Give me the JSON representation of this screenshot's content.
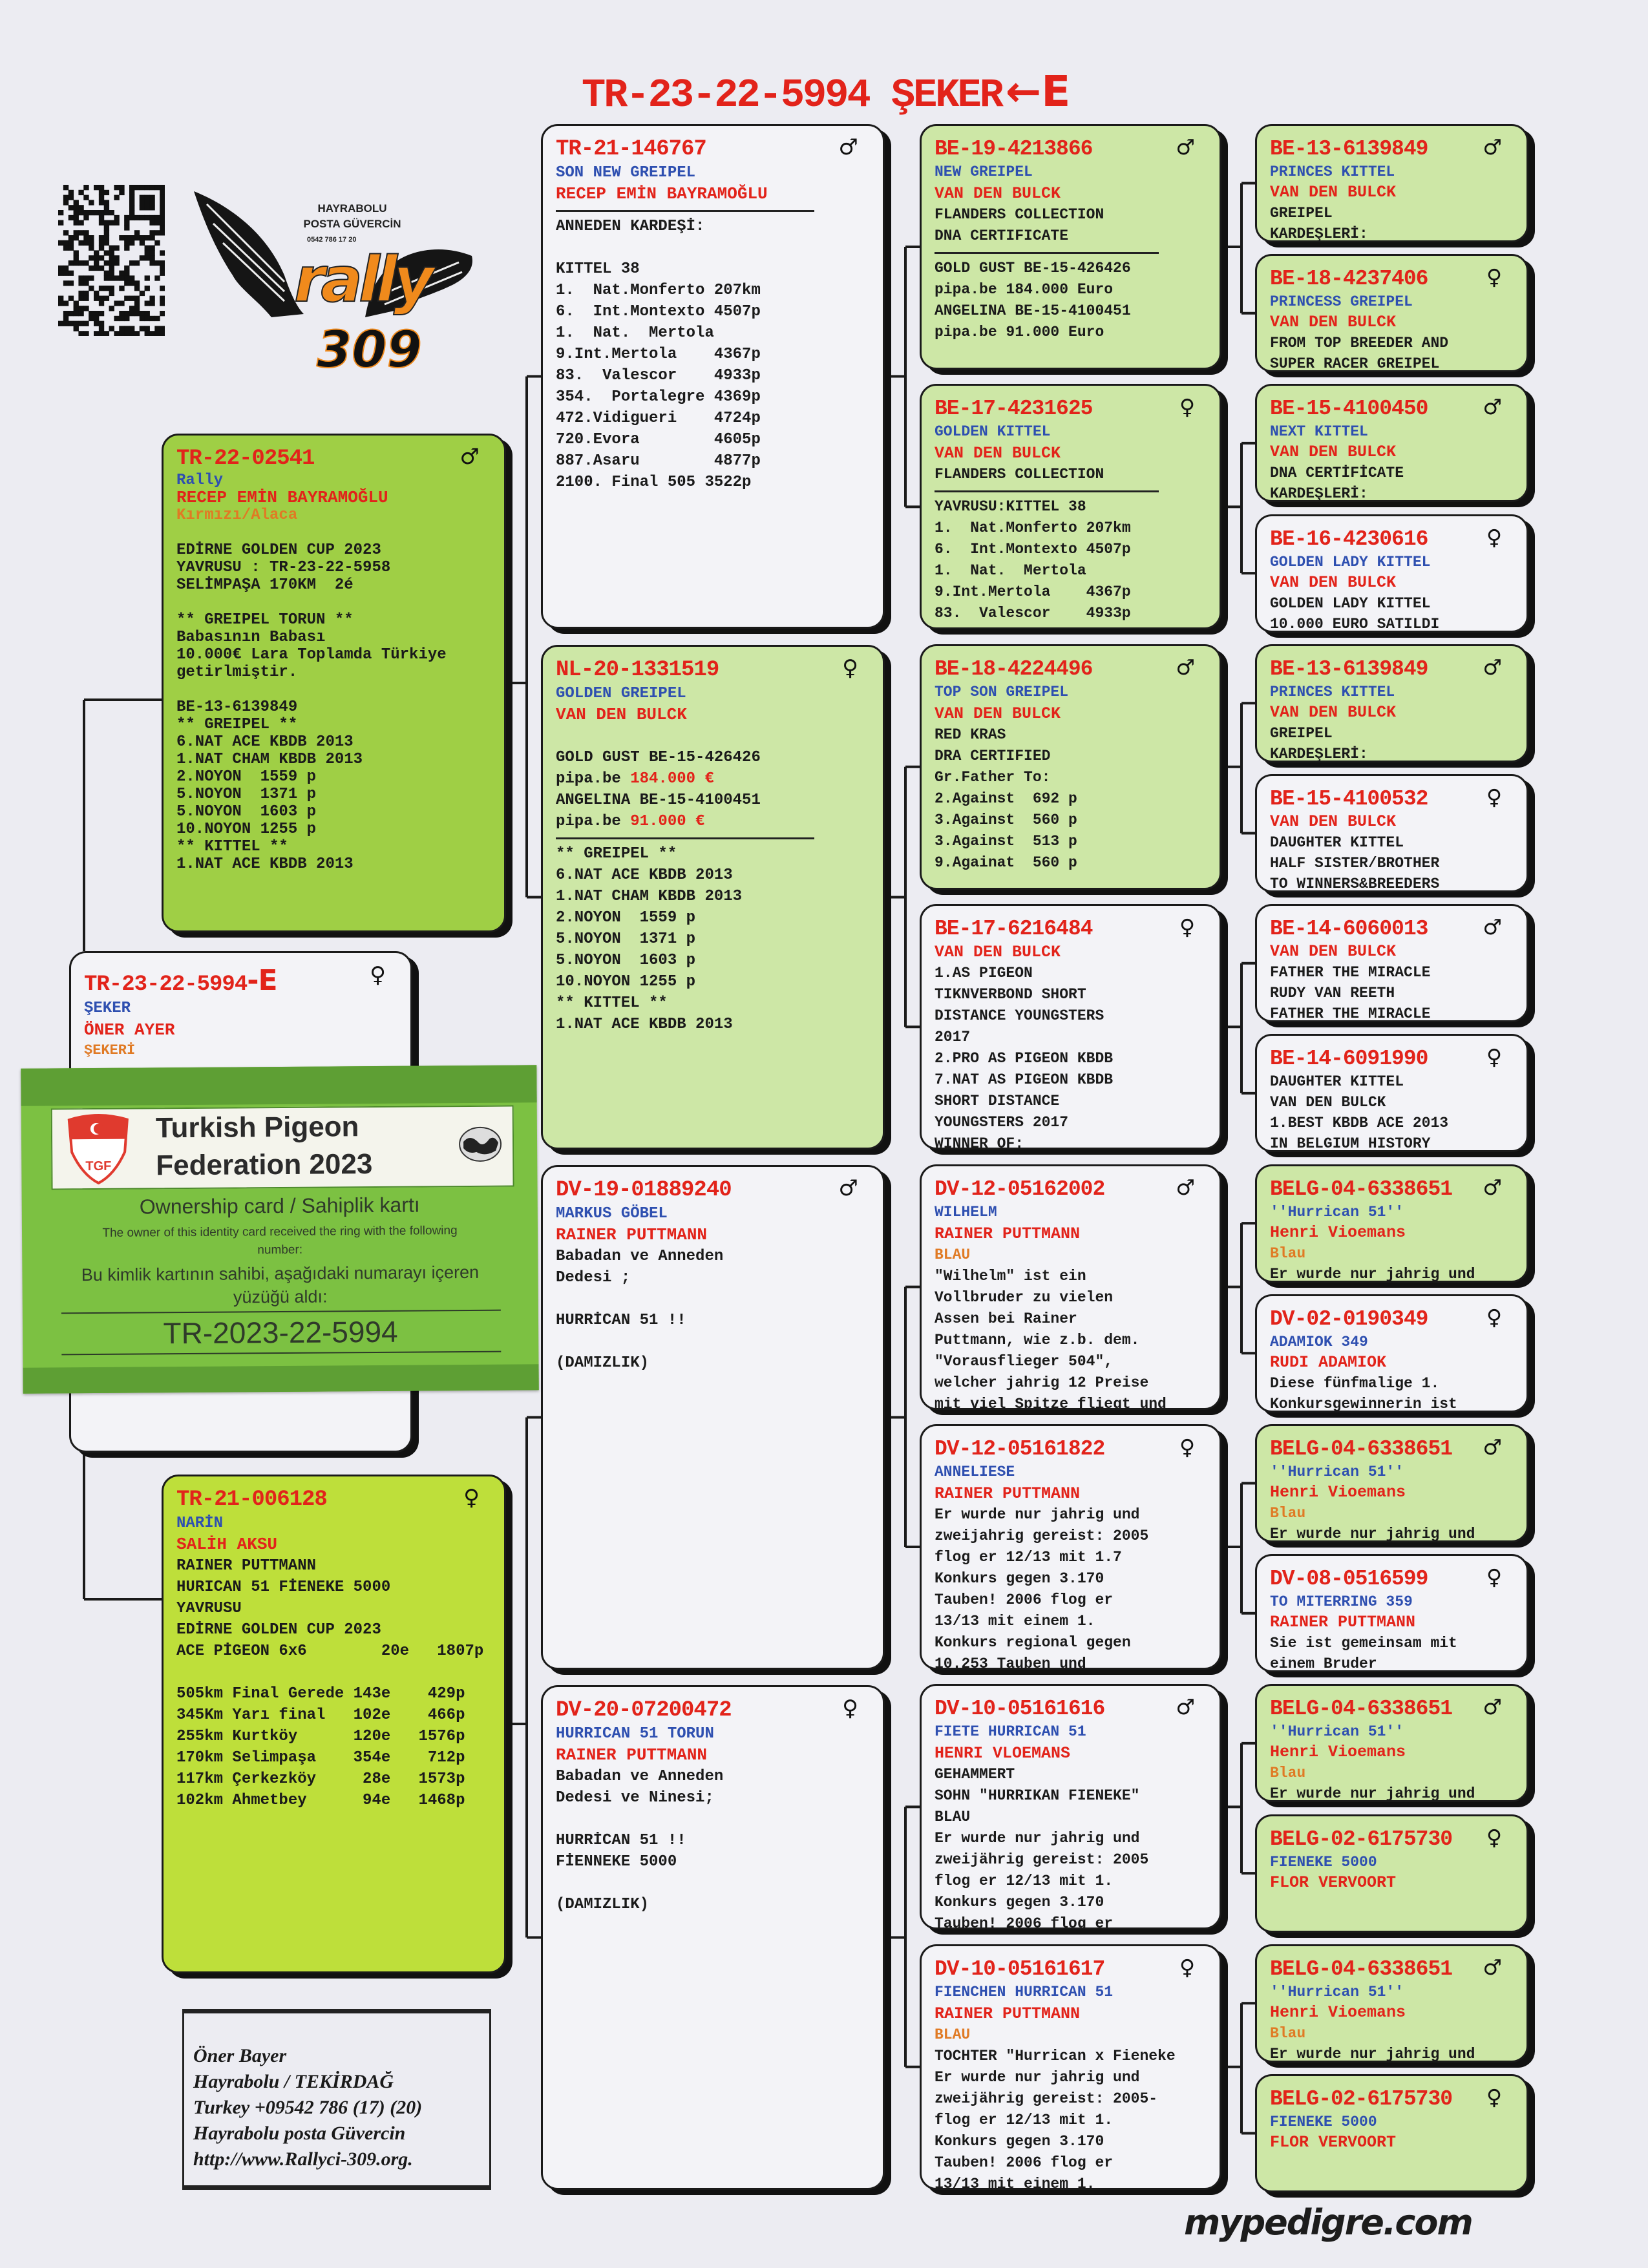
{
  "title": {
    "ring": "TR-23-22-5994 ŞEKER",
    "mark": "←E"
  },
  "logo": {
    "line1": "HAYRABOLU",
    "line2": "POSTA GÜVERCİN",
    "phone": "0542 786 17 20",
    "brand": "rally",
    "number": "309"
  },
  "subject": {
    "ring": "TR-23-22-5994",
    "mark": "-E",
    "sex": "♀",
    "name": "ŞEKER",
    "owner": "ÖNER AYER",
    "color": "ŞEKERİ"
  },
  "ownership_card": {
    "title_line1": "Turkish Pigeon",
    "title_line2": "Federation 2023",
    "emblem": "TGF",
    "heading": "Ownership card / Sahiplik kartı",
    "english_line1": "The owner of this identity card received the ring with the following",
    "english_line2": "number:",
    "turkish_line1": "Bu kimlik kartının sahibi, aşağıdaki numarayı içeren",
    "turkish_line2": "yüzüğü aldı:",
    "ring_number": "TR-2023-22-5994"
  },
  "pedigree": {
    "gen1": [
      {
        "ring": "TR-22-02541",
        "sex": "♂",
        "tint": "bright",
        "name": "Rally",
        "owner": "RECEP EMİN BAYRAMOĞLU",
        "color": "Kırmızı/Alaca",
        "lines": [
          "",
          "EDİRNE GOLDEN CUP 2023",
          "YAVRUSU : TR-23-22-5958",
          "SELİMPAŞA 170KM  2é",
          "",
          "** GREIPEL TORUN **",
          "Babasının Babası",
          "10.000€ Lara Toplamda Türkiye",
          "getirlmiştir.",
          "",
          "BE-13-6139849",
          "** GREIPEL **",
          "6.NAT ACE KBDB 2013",
          "1.NAT CHAM KBDB 2013",
          "2.NOYON  1559 p",
          "5.NOYON  1371 p",
          "5.NOYON  1603 p",
          "10.NOYON 1255 p",
          "** KITTEL **",
          "1.NAT ACE KBDB 2013"
        ]
      },
      {
        "ring": "TR-21-006128",
        "sex": "♀",
        "tint": "lime",
        "name": "NARİN",
        "owner": "SALİH AKSU",
        "lines": [
          "RAINER PUTTMANN",
          "HURICAN 51 FİENEKE 5000",
          "YAVRUSU",
          "EDİRNE GOLDEN CUP 2023",
          "ACE PİGEON 6x6        20e   1807p",
          "",
          "505km Final Gerede 143e    429p",
          "345Km Yarı final   102e    466p",
          "255km Kurtköy      120e   1576p",
          "170km Selimpaşa    354e    712p",
          "117km Çerkezköy     28e   1573p",
          "102km Ahmetbey      94e   1468p"
        ]
      }
    ],
    "gen2": [
      {
        "ring": "TR-21-146767",
        "sex": "♂",
        "tint": "white",
        "name": "SON NEW GREIPEL",
        "owner": "RECEP EMİN BAYRAMOĞLU",
        "lines": [
          {
            "rule": true
          },
          "ANNEDEN KARDEŞİ:",
          "",
          "KITTEL 38",
          "1.  Nat.Monferto 207km",
          "6.  Int.Montexto 4507p",
          "1.  Nat.  Mertola",
          "9.Int.Mertola    4367p",
          "83.  Valescor    4933p",
          "354.  Portalegre 4369p",
          "472.Vidigueri    4724p",
          "720.Evora        4605p",
          "887.Asaru        4877p",
          "2100. Final 505 3522p"
        ]
      },
      {
        "ring": "NL-20-1331519",
        "sex": "♀",
        "tint": "green",
        "name": "GOLDEN GREIPEL",
        "owner": "VAN DEN BULCK",
        "lines": [
          "",
          "GOLD GUST BE-15-426426",
          {
            "text": "pipa.be ",
            "accent": "184.000 €"
          },
          "ANGELINA BE-15-4100451",
          {
            "text": "pipa.be ",
            "accent": "91.000 €"
          },
          {
            "rule": true
          },
          "** GREIPEL **",
          "6.NAT ACE KBDB 2013",
          "1.NAT CHAM KBDB 2013",
          "2.NOYON  1559 p",
          "5.NOYON  1371 p",
          "5.NOYON  1603 p",
          "10.NOYON 1255 p",
          "** KITTEL **",
          "1.NAT ACE KBDB 2013"
        ]
      },
      {
        "ring": "DV-19-01889240",
        "sex": "♂",
        "tint": "white",
        "name": "MARKUS GÖBEL",
        "owner": "RAINER PUTTMANN",
        "lines": [
          "Babadan ve Anneden",
          "Dedesi ;",
          "",
          "HURRİCAN 51 !!",
          "",
          "(DAMIZLIK)"
        ]
      },
      {
        "ring": "DV-20-07200472",
        "sex": "♀",
        "tint": "white",
        "name": "HURRICAN 51 TORUN",
        "owner": "RAINER PUTTMANN",
        "lines": [
          "Babadan ve Anneden",
          "Dedesi ve Ninesi;",
          "",
          "HURRİCAN 51 !!",
          "FİENNEKE 5000",
          "",
          "(DAMIZLIK)"
        ]
      }
    ],
    "gen3": [
      {
        "ring": "BE-19-4213866",
        "sex": "♂",
        "tint": "green",
        "name": "NEW GREIPEL",
        "owner": "VAN DEN BULCK",
        "lines": [
          "FLANDERS COLLECTION",
          "DNA CERTIFICATE",
          {
            "rule": true
          },
          "GOLD GUST BE-15-426426",
          "pipa.be 184.000 Euro",
          "ANGELINA BE-15-4100451",
          "pipa.be 91.000 Euro"
        ]
      },
      {
        "ring": "BE-17-4231625",
        "sex": "♀",
        "tint": "green",
        "name": "GOLDEN KITTEL",
        "owner": "VAN DEN BULCK",
        "lines": [
          "FLANDERS COLLECTION",
          {
            "rule": true
          },
          "YAVRUSU:KITTEL 38",
          "1.  Nat.Monferto 207km",
          "6.  Int.Montexto 4507p",
          "1.  Nat.  Mertola",
          "9.Int.Mertola    4367p",
          "83.  Valescor    4933p"
        ]
      },
      {
        "ring": "BE-18-4224496",
        "sex": "♂",
        "tint": "green",
        "name": "TOP SON GREIPEL",
        "owner": "VAN DEN BULCK",
        "lines": [
          "RED KRAS",
          "DRA CERTIFIED",
          "Gr.Father To:",
          "2.Against  692 p",
          "3.Against  560 p",
          "3.Against  513 p",
          "9.Againat  560 p"
        ]
      },
      {
        "ring": "BE-17-6216484",
        "sex": "♀",
        "tint": "white",
        "owner": "VAN DEN BULCK",
        "lines": [
          "1.AS PIGEON",
          "TIKNVERBOND SHORT",
          "DISTANCE YOUNGSTERS",
          "2017",
          "2.PRO AS PIGEON KBDB",
          "7.NAT AS PIGEON KBDB",
          "SHORT DISTANCE",
          "YOUNGSTERS 2017",
          "WINNER OF:"
        ]
      },
      {
        "ring": "DV-12-05162002",
        "sex": "♂",
        "tint": "white",
        "name": "WILHELM",
        "owner": "RAINER PUTTMANN",
        "color": "BLAU",
        "lines": [
          "\"Wilhelm\" ist ein",
          "Vollbruder zu vielen",
          "Assen bei Rainer",
          "Puttmann, wie z.b. dem.",
          "\"Vorausflieger 504\",",
          "welcher jahrig 12 Preise",
          "mit viel Spitze fliegt und"
        ]
      },
      {
        "ring": "DV-12-05161822",
        "sex": "♀",
        "tint": "white",
        "name": "ANNELIESE",
        "owner": "RAINER PUTTMANN",
        "lines": [
          "Er wurde nur jahrig und",
          "zweijahrig gereist: 2005",
          "flog er 12/13 mit 1.7",
          "Konkurs gegen 3.170",
          "Tauben! 2006 flog er",
          "13/13 mit einem 1.",
          "Konkurs regional gegen",
          "10.253 Tauben und"
        ]
      },
      {
        "ring": "DV-10-05161616",
        "sex": "♂",
        "tint": "white",
        "name": "FIETE HURRICAN 51",
        "owner": "HENRI VLOEMANS",
        "lines": [
          "GEHAMMERT",
          "SOHN \"HURRIKAN FIENEKE\"",
          "BLAU",
          "Er wurde nur jahrig und",
          "zweijährig gereist: 2005",
          "flog er 12/13 mit 1.",
          "Konkurs gegen 3.170",
          "Tauben! 2006 flog er"
        ]
      },
      {
        "ring": "DV-10-05161617",
        "sex": "♀",
        "tint": "white",
        "name": "FIENCHEN HURRICAN 51",
        "owner": "RAINER PUTTMANN",
        "color": "BLAU",
        "lines": [
          "TOCHTER \"Hurrican x Fieneke",
          "Er wurde nur jahrig und",
          "zweijährig gereist: 2005-",
          "flog er 12/13 mit 1.",
          "Konkurs gegen 3.170",
          "Tauben! 2006 flog er",
          "13/13 mit einem 1."
        ]
      }
    ],
    "gen4": [
      {
        "ring": "BE-13-6139849",
        "sex": "♂",
        "tint": "green",
        "name": "PRINCES KITTEL",
        "owner": "VAN DEN BULCK",
        "lines": [
          "GREIPEL",
          "KARDEŞLERİ:"
        ]
      },
      {
        "ring": "BE-18-4237406",
        "sex": "♀",
        "tint": "green",
        "name": "PRINCESS GREIPEL",
        "owner": "VAN DEN BULCK",
        "lines": [
          "FROM TOP BREEDER AND",
          "SUPER RACER GREIPEL"
        ]
      },
      {
        "ring": "BE-15-4100450",
        "sex": "♂",
        "tint": "green",
        "name": "NEXT KITTEL",
        "owner": "VAN DEN BULCK",
        "lines": [
          "DNA CERTİFİCATE",
          "KARDEŞLERİ:"
        ]
      },
      {
        "ring": "BE-16-4230616",
        "sex": "♀",
        "tint": "white",
        "name": "GOLDEN LADY KITTEL",
        "owner": "VAN DEN BULCK",
        "lines": [
          "GOLDEN LADY KITTEL",
          "10.000 EURO SATILDI"
        ]
      },
      {
        "ring": "BE-13-6139849",
        "sex": "♂",
        "tint": "green",
        "name": "PRINCES KITTEL",
        "owner": "VAN DEN BULCK",
        "lines": [
          "GREIPEL",
          "KARDEŞLERİ:"
        ]
      },
      {
        "ring": "BE-15-4100532",
        "sex": "♀",
        "tint": "white",
        "owner": "VAN DEN BULCK",
        "lines": [
          "DAUGHTER KITTEL",
          "HALF SISTER/BROTHER",
          "TO WINNERS&BREEDERS"
        ]
      },
      {
        "ring": "BE-14-6060013",
        "sex": "♂",
        "tint": "white",
        "owner": "VAN DEN BULCK",
        "lines": [
          "FATHER THE MIRACLE",
          "RUDY VAN REETH",
          "FATHER THE MIRACLE"
        ]
      },
      {
        "ring": "BE-14-6091990",
        "sex": "♀",
        "tint": "white",
        "lines": [
          "DAUGHTER KITTEL",
          "VAN DEN BULCK",
          "1.BEST KBDB ACE 2013",
          "IN BELGIUM HISTORY"
        ]
      },
      {
        "ring": "BELG-04-6338651",
        "sex": "♂",
        "tint": "green",
        "name": "''Hurrican 51''",
        "owner": "Henri Vioemans",
        "color": "Blau",
        "lines": [
          "Er wurde nur jahrig und"
        ]
      },
      {
        "ring": "DV-02-0190349",
        "sex": "♀",
        "tint": "white",
        "name": "ADAMIOK 349",
        "owner": "RUDI ADAMIOK",
        "lines": [
          "Diese fünfmalige 1.",
          "Konkursgewinnerin ist"
        ]
      },
      {
        "ring": "BELG-04-6338651",
        "sex": "♂",
        "tint": "green",
        "name": "''Hurrican 51''",
        "owner": "Henri Vioemans",
        "color": "Blau",
        "lines": [
          "Er wurde nur jahrig und"
        ]
      },
      {
        "ring": "DV-08-0516599",
        "sex": "♀",
        "tint": "white",
        "name": "TO MITERRING 359",
        "owner": "RAINER PUTTMANN",
        "lines": [
          "Sie ist gemeinsam mit",
          "einem Bruder"
        ]
      },
      {
        "ring": "BELG-04-6338651",
        "sex": "♂",
        "tint": "green",
        "name": "''Hurrican 51''",
        "owner": "Henri Vioemans",
        "color": "Blau",
        "lines": [
          "Er wurde nur jahrig und"
        ]
      },
      {
        "ring": "BELG-02-6175730",
        "sex": "♀",
        "tint": "green",
        "name": "FIENEKE 5000",
        "owner": "FLOR VERVOORT",
        "lines": []
      },
      {
        "ring": "BELG-04-6338651",
        "sex": "♂",
        "tint": "green",
        "name": "''Hurrican 51''",
        "owner": "Henri Vioemans",
        "color": "Blau",
        "lines": [
          "Er wurde nur jahrig und"
        ]
      },
      {
        "ring": "BELG-02-6175730",
        "sex": "♀",
        "tint": "green",
        "name": "FIENEKE 5000",
        "owner": "FLOR VERVOORT",
        "lines": []
      }
    ]
  },
  "footer": {
    "lines": [
      "Öner Bayer",
      "Hayrabolu / TEKİRDAĞ",
      "Turkey  +09542 786 (17) (20)",
      "Hayrabolu posta Güvercin",
      "http://www.Rallyci-309.org."
    ]
  },
  "watermark": "mypedigre.com",
  "colors": {
    "ring_red": "#e2231a",
    "name_blue": "#2e4fb0",
    "color_orange": "#e07a24",
    "box_green": "#cde7a6",
    "box_bright": "#9fcf45",
    "box_lime": "#bedf3a",
    "card_green": "#7cc142"
  }
}
